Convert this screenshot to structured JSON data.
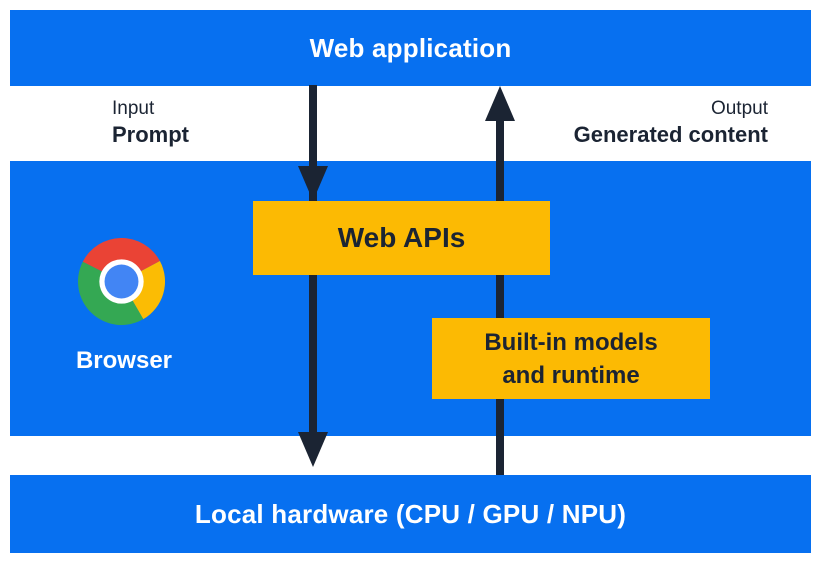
{
  "layers": {
    "web_application": {
      "label": "Web application"
    },
    "browser": {
      "label": "Browser",
      "web_apis_label": "Web APIs",
      "builtin_lines": [
        "Built-in models",
        "and runtime"
      ]
    },
    "hardware": {
      "label": "Local hardware (CPU / GPU / NPU)"
    }
  },
  "flows": {
    "input": {
      "label": "Input",
      "sublabel": "Prompt",
      "direction": "down"
    },
    "output": {
      "label": "Output",
      "sublabel": "Generated content",
      "direction": "up"
    }
  },
  "icons": {
    "browser_icon": "chrome-logo"
  },
  "colors": {
    "layer_blue": "#0770F0",
    "component_yellow": "#FCBA03",
    "dark_navy": "#1B2433",
    "white": "#FFFFFF",
    "chrome_red": "#EA4335",
    "chrome_yellow": "#FBBC04",
    "chrome_green": "#34A853",
    "chrome_blue": "#4285F4"
  }
}
